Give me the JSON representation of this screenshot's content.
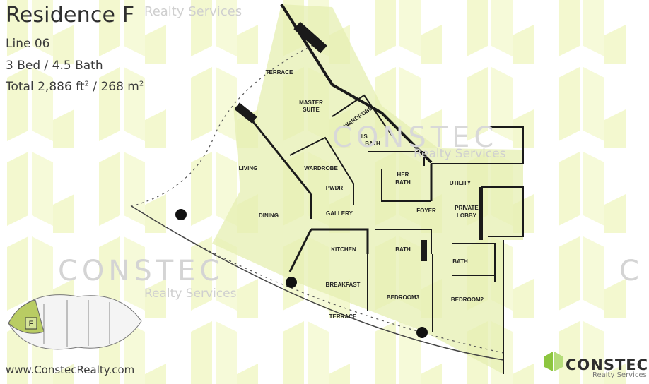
{
  "header": {
    "title": "Residence F",
    "line": "Line 06",
    "beds_baths": "3 Bed / 4.5 Bath",
    "total_prefix": "Total 2,886 ft",
    "total_mid": " / 268 m",
    "exp": "2"
  },
  "watermark": {
    "top_text": "Realty Services",
    "brand": "CONSTEC",
    "sub": "Realty Services",
    "right_fragment": "C"
  },
  "website": "www.ConstecRealty.com",
  "logo": {
    "brand": "CONSTEC",
    "sub": "Realty Services"
  },
  "key_plan": {
    "unit_label": "F"
  },
  "rooms": {
    "terrace_top": "TERRACE",
    "master_suite_1": "MASTER",
    "master_suite_2": "SUITE",
    "wardrobe_1": "WARDROBE",
    "his_bath_1": "HIS",
    "his_bath_2": "BATH",
    "living": "LIVING",
    "wardrobe_2": "WARDROBE",
    "her_bath_1": "HER",
    "her_bath_2": "BATH",
    "utility": "UTILITY",
    "pwdr": "PWDR",
    "dining": "DINING",
    "gallery": "GALLERY",
    "foyer": "FOYER",
    "private_lobby_1": "PRIVATE",
    "private_lobby_2": "LOBBY",
    "kitchen": "KITCHEN",
    "bath_1": "BATH",
    "bath_2": "BATH",
    "breakfast": "BREAKFAST",
    "bedroom3": "BEDROOM3",
    "bedroom2": "BEDROOM2",
    "terrace_bottom": "TERRACE"
  },
  "colors": {
    "pattern": "#f1f7c6",
    "highlight": "#d6e49a",
    "highlight_dark": "#b9cc63",
    "wall": "#1a1a1a",
    "logo_green": "#8dc63f"
  }
}
